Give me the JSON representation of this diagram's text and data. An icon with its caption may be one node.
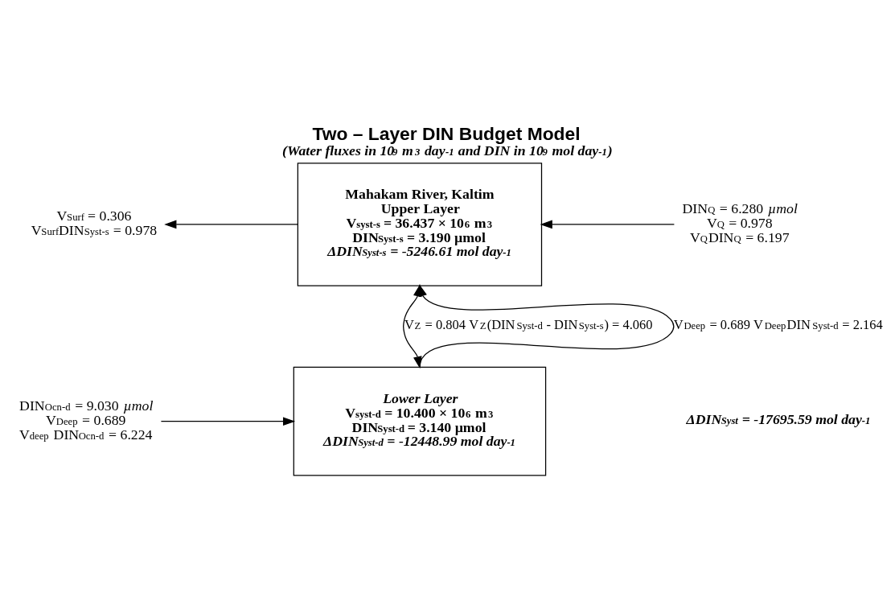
{
  "diagram": {
    "title": "Two – Layer DIN Budget Model",
    "caption": "(Water fluxes in 10$^{9}$ m$^{3}$ day$^{-1}$ and DIN in 10$^{9}$ mol day$^{-1}$)",
    "nodes": [
      {
        "text": [
          "Mahakam River, Kaltim",
          "Upper Layer",
          "V$_{syst-s}$ = 36.437 × 10$^{6}$ m$^{3}$",
          "DIN$_{Syst-s}$ = 3.190 µmol",
          "ΔDIN$_{Syst-s}$ = -5246.61 mol day$^{-1}$"
        ]
      },
      {
        "text": [
          "Lower Layer",
          "V$_{syst-d}$ = 10.400 × 10$^{6}$ m$^{3}$",
          "DIN$_{Syst-d}$ = 3.140 µmol",
          "ΔDIN$_{Syst-d}$ = -12448.99 mol day$^{-1}$"
        ]
      },
      {
        "text": [
          "V$_{Surf}$ = 0.306",
          "V$_{Surf}$DIN$_{Syst-s}$ = 0.978"
        ]
      },
      {
        "text": [
          "DIN$_{Q}$ = 6.280 *µmol*",
          "V$_{Q}$ = 0.978",
          "V$_{Q}$DIN$_{Q}$ = 6.197"
        ]
      },
      {
        "text": [
          "DIN$_{Ocn-d}$ = 9.030 *µmol*",
          "V$_{Deep}$ = 0.689",
          "V$_{deep}$ DIN$_{Ocn-d}$ = 6.224"
        ]
      }
    ],
    "edges": [
      {
        "from": 0,
        "to": 2,
        "arrow": "to"
      },
      {
        "from": 3,
        "to": 0,
        "arrow": "to"
      },
      {
        "from": 1,
        "to": 0,
        "arrow": "to",
        "label": "V$_{Deep}$ = 0.689 V$_{Deep}$DIN$_{Syst-d}$ = 2.164"
      },
      {
        "from": 0,
        "to": 1,
        "arrow": "both",
        "label": "V$_{Z}$ = 0.804 V$_{Z}$(DIN$_{Syst-d}$ - DIN$_{Syst-s}$) = 4.060"
      },
      {
        "from": 4,
        "to": 1,
        "arrow": "to"
      }
    ],
    "labels": [
      "ΔDIN$_{Syst}$ = -17695.59 mol day$^{-1}$"
    ]
  }
}
